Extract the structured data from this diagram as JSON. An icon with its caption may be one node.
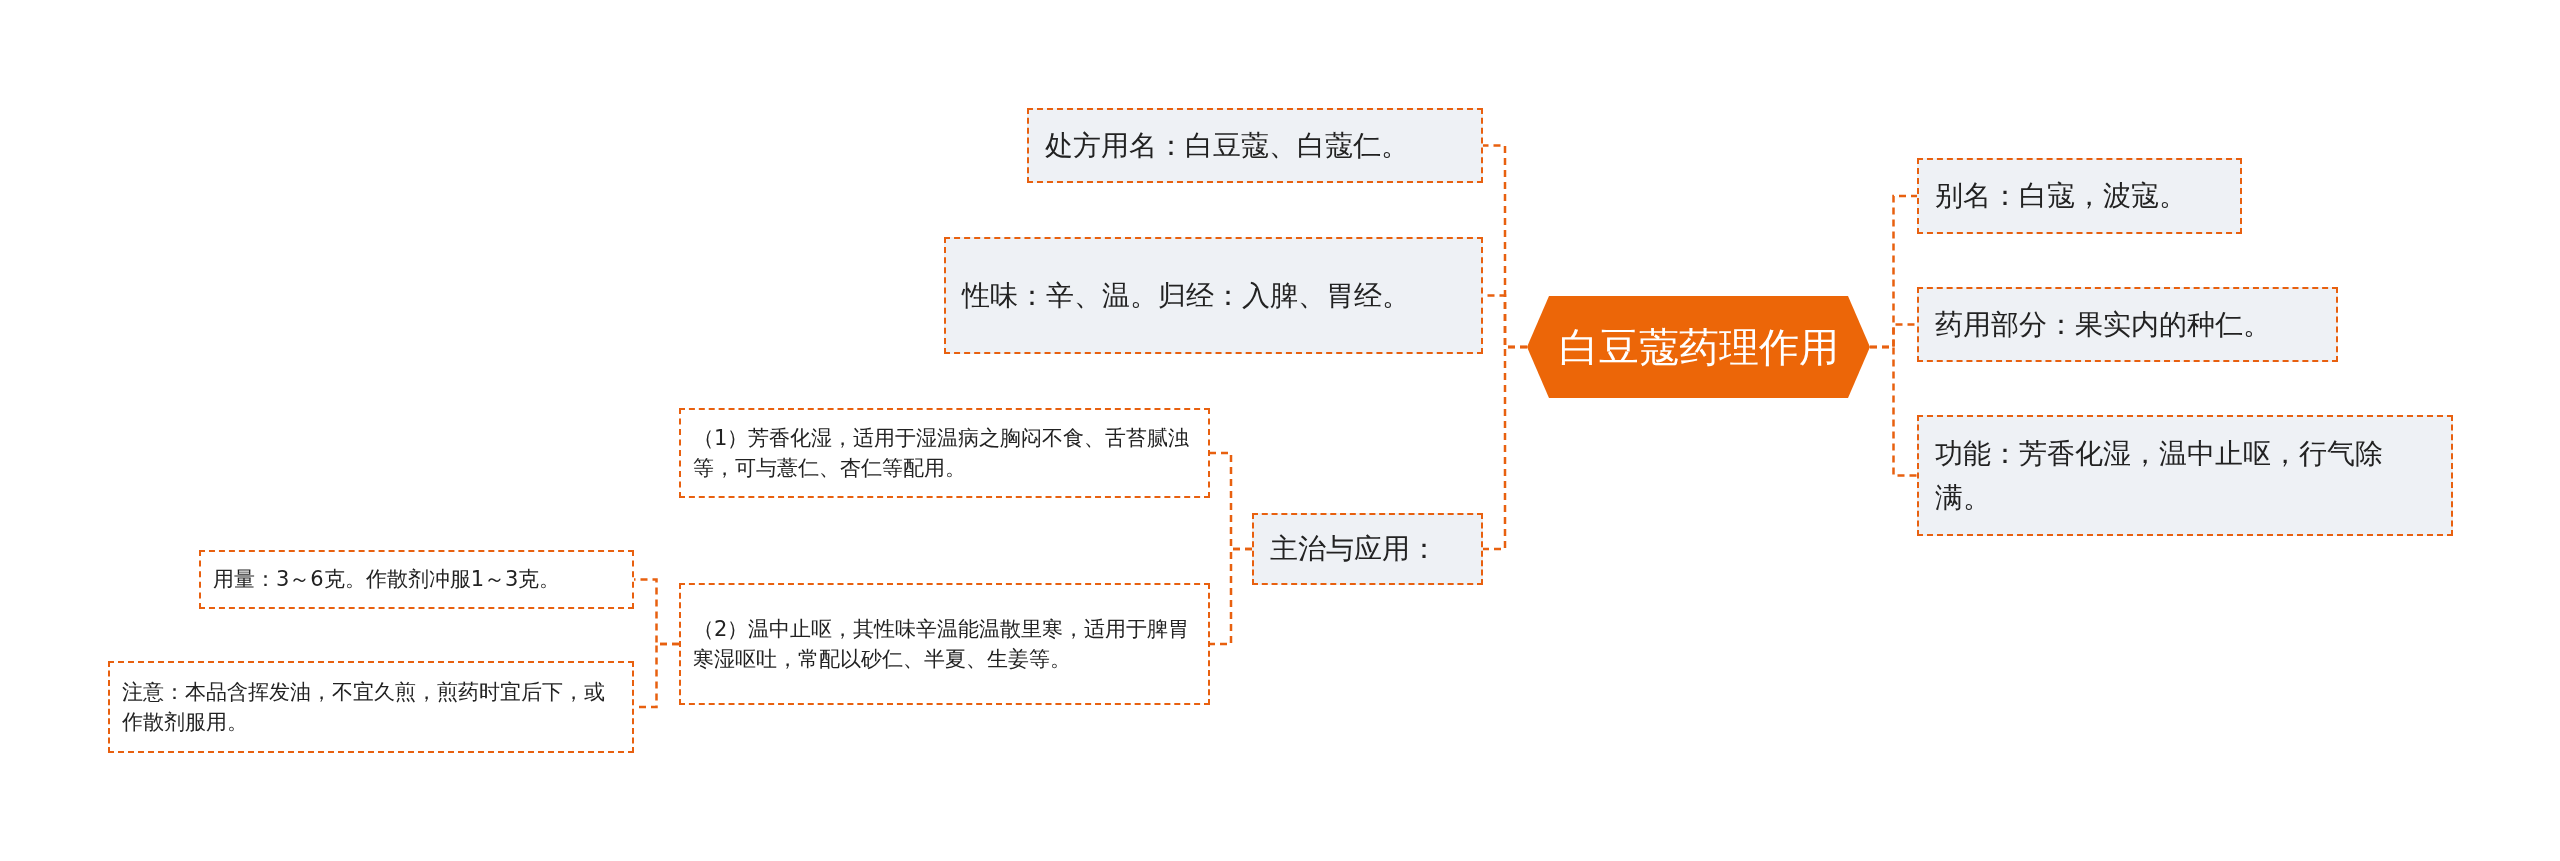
{
  "diagram": {
    "nodes": [
      {
        "text": [
          "白豆蔻药理作用"
        ]
      },
      {
        "text": [
          "处方用名：白豆蔻、白蔻仁。"
        ]
      },
      {
        "text": [
          "性味：辛、温。归经：入脾、胃经。"
        ]
      },
      {
        "text": [
          "主治与应用："
        ]
      },
      {
        "text": [
          "（1）芳香化湿，适用于湿温病之胸闷不食、舌苔腻浊等，可与薏仁、杏仁等配用。"
        ]
      },
      {
        "text": [
          "（2）温中止呕，其性味辛温能温散里寒，适用于脾胃寒湿呕吐，常配以砂仁、半夏、生姜等。"
        ]
      },
      {
        "text": [
          "用量：3～6克。作散剂冲服1～3克。"
        ]
      },
      {
        "text": [
          "注意：本品含挥发油，不宜久煎，煎药时宜后下，或作散剂服用。"
        ]
      },
      {
        "text": [
          "别名：白寇，波寇。"
        ]
      },
      {
        "text": [
          "药用部分：果实内的种仁。"
        ]
      },
      {
        "text": [
          "功能：芳香化湿，温中止呕，行气除满。"
        ]
      }
    ],
    "edges": [
      {
        "from": 0,
        "to": 1,
        "arrow": "none"
      },
      {
        "from": 0,
        "to": 2,
        "arrow": "none"
      },
      {
        "from": 0,
        "to": 3,
        "arrow": "none"
      },
      {
        "from": 3,
        "to": 4,
        "arrow": "none"
      },
      {
        "from": 3,
        "to": 5,
        "arrow": "none"
      },
      {
        "from": 5,
        "to": 6,
        "arrow": "none"
      },
      {
        "from": 5,
        "to": 7,
        "arrow": "none"
      },
      {
        "from": 0,
        "to": 8,
        "arrow": "none"
      },
      {
        "from": 0,
        "to": 9,
        "arrow": "none"
      },
      {
        "from": 0,
        "to": 10,
        "arrow": "none"
      }
    ]
  }
}
